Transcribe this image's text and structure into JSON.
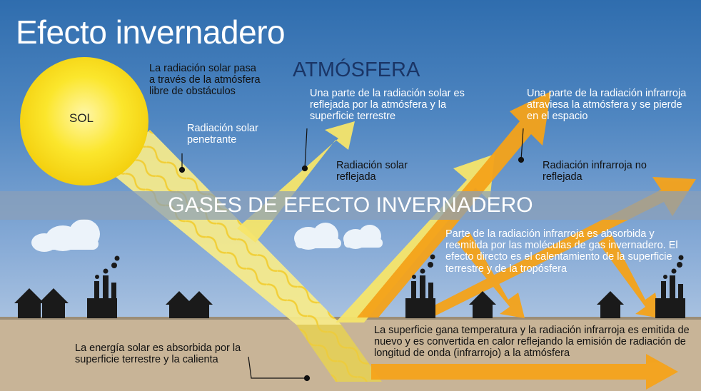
{
  "title": "Efecto invernadero",
  "atmosphere_label": "ATMÓSFERA",
  "gases_band_label": "GASES DE EFECTO INVERNADERO",
  "sun_label": "SOL",
  "annotations": {
    "solar_passes": "La radiación solar pasa a través de la atmósfera libre de obstáculos",
    "penetrating": "Radiación solar penetrante",
    "reflected_part": "Una parte de la radiación solar es reflejada por la atmósfera y la superficie terrestre",
    "reflected_label": "Radiación solar reflejada",
    "ir_escapes": "Una parte de la radiación infrarroja atraviesa la atmósfera y se pierde en el espacio",
    "ir_not_reflected": "Radiación infrarroja no reflejada",
    "ir_absorbed": "Parte de la radiación infrarroja es absorbida y reemitida por las moléculas de gas invernadero. El efecto directo es el calentamiento de la superficie terrestre y de la tropósfera",
    "surface_heats": "La superficie gana temperatura y la radiación infrarroja es emitida de nuevo y es convertida en calor reflejando la emisión de radiación de longitud de onda (infrarrojo) a la atmósfera",
    "energy_absorbed": "La energía solar es absorbida por la superficie terrestre y la calienta"
  },
  "colors": {
    "sky_top": "#2f6dae",
    "sky_bottom": "#c9d8ea",
    "solar_beam": "#f7ec8a",
    "sun": "#f9e21a",
    "infrared": "#f5a31a",
    "ground": "#c8b497",
    "silhouettes": "#1a1a1a",
    "gas_band": "#7f95ad"
  }
}
